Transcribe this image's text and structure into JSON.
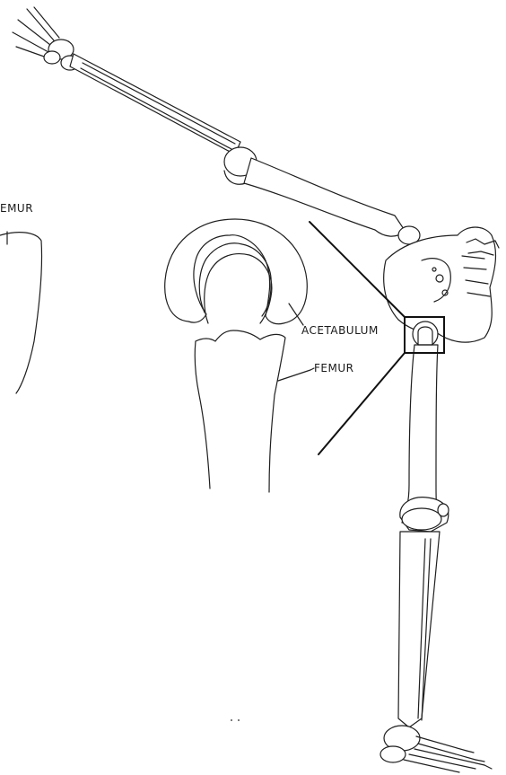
{
  "labels": {
    "acetabulum": "ACETABULUM",
    "femur": "FEMUR",
    "femur_cropped": "EMUR"
  },
  "colors": {
    "ink": "#1f1f1f",
    "paper": "#ffffff"
  }
}
